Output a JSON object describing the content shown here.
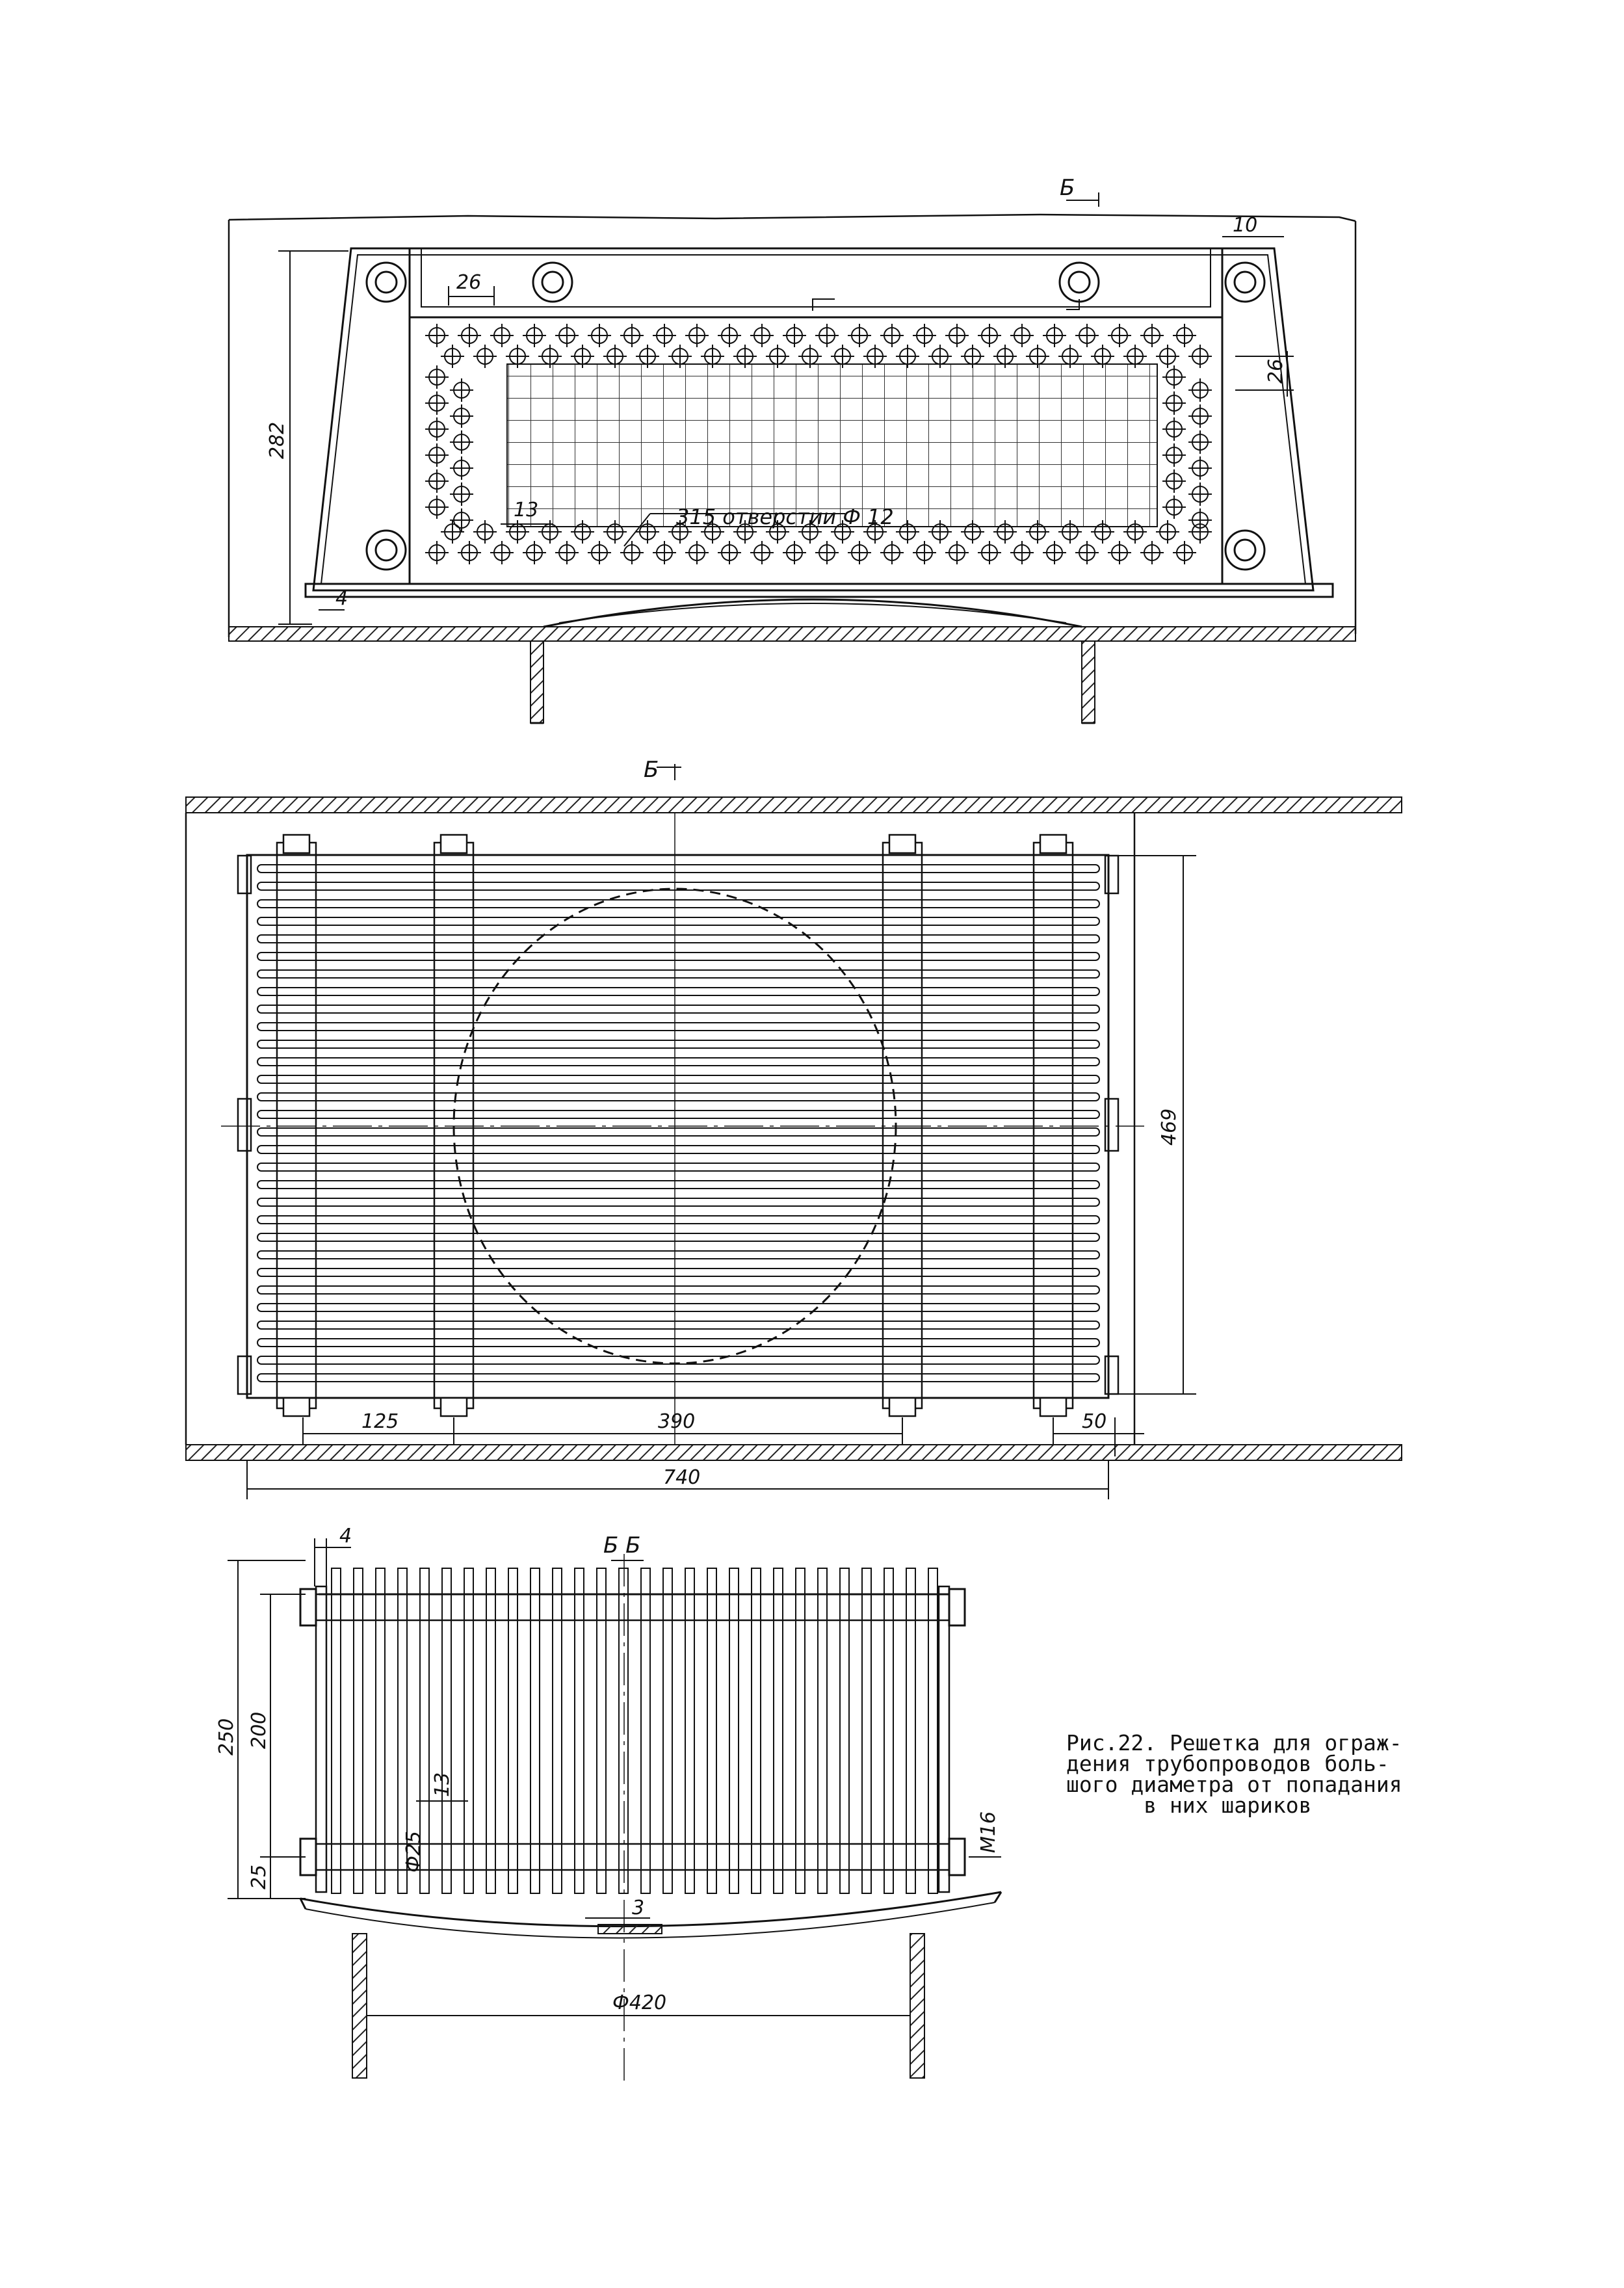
{
  "section_mark": "Б",
  "section_label": "Б  Б",
  "view1": {
    "dim_height": "282",
    "dim_top_right": "10",
    "dim_pitch_h": "26",
    "dim_pitch_v": "26",
    "dim_hole_pitch": "13",
    "dim_base": "4",
    "holes_note": "315 отверстии Ф 12",
    "cut_mark": "Г"
  },
  "view2": {
    "dim_125": "125",
    "dim_390": "390",
    "dim_50": "50",
    "dim_740": "740",
    "dim_469": "469"
  },
  "view3": {
    "dim_4": "4",
    "dim_250": "250",
    "dim_200": "200",
    "dim_25": "25",
    "dim_13": "13",
    "dim_phi25": "Ф25",
    "dim_m16": "М16",
    "dim_3": "3",
    "dim_phi420": "Ф420"
  },
  "caption": {
    "line1": "Рис.22. Решетка для ограж-",
    "line2": "дения трубопроводов боль-",
    "line3": "шого диаметра от попадания",
    "line4": "      в них шариков"
  }
}
